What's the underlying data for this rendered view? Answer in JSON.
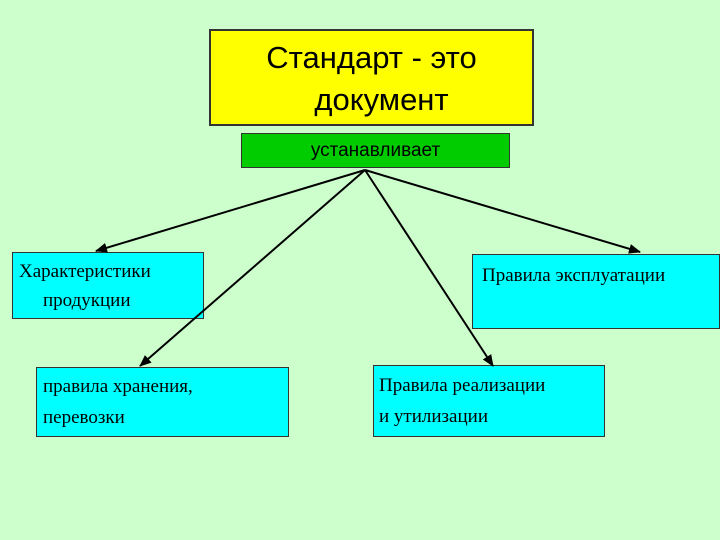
{
  "diagram": {
    "title": {
      "line1": "Стандарт - это",
      "line2": "документ"
    },
    "verb": "устанавливает",
    "nodes": {
      "characteristics": {
        "line1": "Характеристики",
        "line2": "продукции"
      },
      "exploitation": {
        "line1": "Правила эксплуатации"
      },
      "storage": {
        "line1": "правила хранения,",
        "line2": "перевозки"
      },
      "realization": {
        "line1": "Правила реализации",
        "line2": "и утилизации"
      }
    },
    "colors": {
      "background": "#ccffcc",
      "title_box": "#ffff00",
      "verb_box": "#00cc00",
      "node_box": "#00ffff"
    }
  }
}
